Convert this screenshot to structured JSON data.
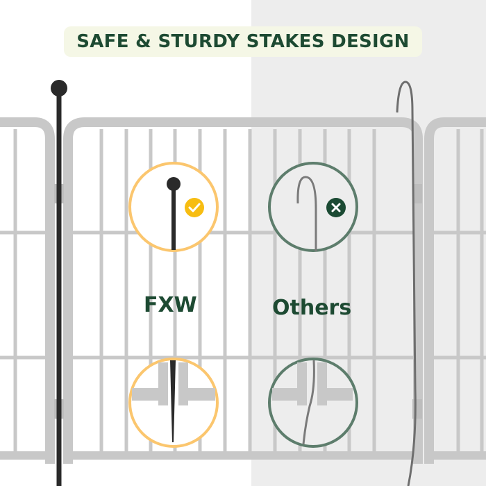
{
  "title": "SAFE & STURDY STAKES DESIGN",
  "comparison": {
    "left": {
      "label": "FXW",
      "badge": "checkmark-icon",
      "badge_color": "#f7bd12",
      "ring_color": "#fbc66e",
      "stake_color": "#2a2a2a"
    },
    "right": {
      "label": "Others",
      "badge": "close-x-icon",
      "badge_color": "#1b4a33",
      "ring_color": "#5d7d6c",
      "stake_color": "#6e6e6e"
    }
  },
  "colors": {
    "title_text": "#1d4a32",
    "title_bg": "#f5f7e6",
    "fence": "#c8c8c8",
    "left_bg": "#ffffff",
    "right_bg": "#ededed"
  }
}
